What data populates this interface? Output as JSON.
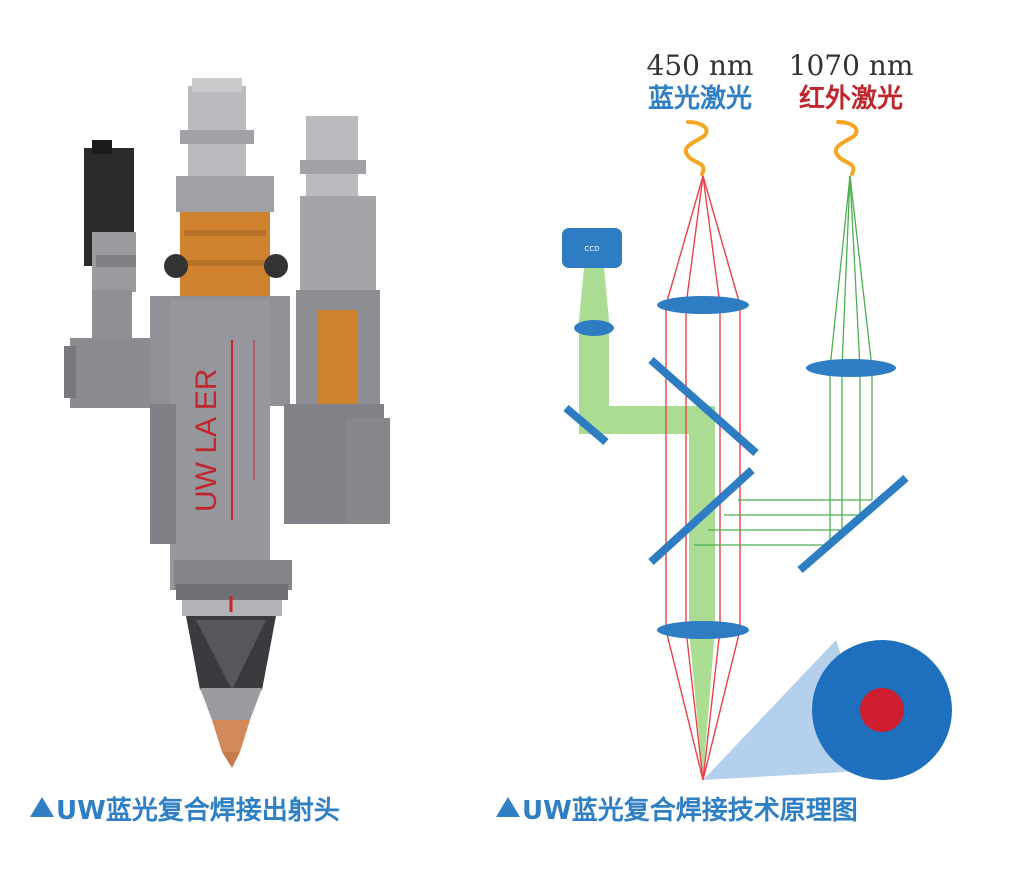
{
  "left": {
    "brand_text": "UW LA ER",
    "caption": "UW蓝光复合焊接出射头"
  },
  "right": {
    "blue_laser": {
      "wavelength": "450 nm",
      "label": "蓝光激光"
    },
    "ir_laser": {
      "wavelength": "1070 nm",
      "label": "红外激光"
    },
    "ccd_label": "CCD",
    "caption": "UW蓝光复合焊接技术原理图"
  },
  "colors": {
    "caption": "#2f7fc4",
    "blue_label": "#2f7fc4",
    "red_label": "#c0272d",
    "wave": "#f5a623",
    "blue_beam": "#e8434b",
    "ir_beam": "#4caf50",
    "optic": "#2e7cc2",
    "spot_outer": "#1e6fbd",
    "spot_inner": "#cf1f2e",
    "head_body": "#8f9196",
    "head_copper": "#d0832e"
  }
}
